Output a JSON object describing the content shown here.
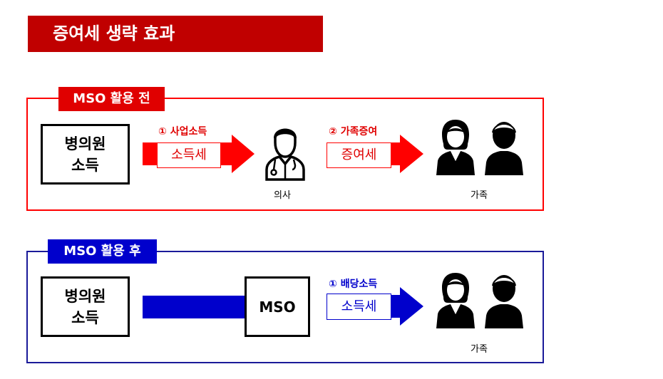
{
  "title": "증여세 생략 효과",
  "colors": {
    "red": "#ff0000",
    "dark_red": "#c00000",
    "blue": "#0000cc",
    "navy": "#1a1a99"
  },
  "before": {
    "label": "MSO 활용 전",
    "source_line1": "병의원",
    "source_line2": "소득",
    "step1_label": "① 사업소득",
    "step1_tax": "소득세",
    "doctor_caption": "의사",
    "step2_label": "② 가족증여",
    "step2_tax": "증여세",
    "family_caption": "가족",
    "icons": [
      "doctor-icon",
      "woman-icon",
      "man-icon"
    ]
  },
  "after": {
    "label": "MSO 활용 후",
    "source_line1": "병의원",
    "source_line2": "소득",
    "mso_label": "MSO",
    "step1_label": "① 배당소득",
    "step1_tax": "소득세",
    "family_caption": "가족",
    "icons": [
      "woman-icon",
      "man-icon"
    ]
  }
}
